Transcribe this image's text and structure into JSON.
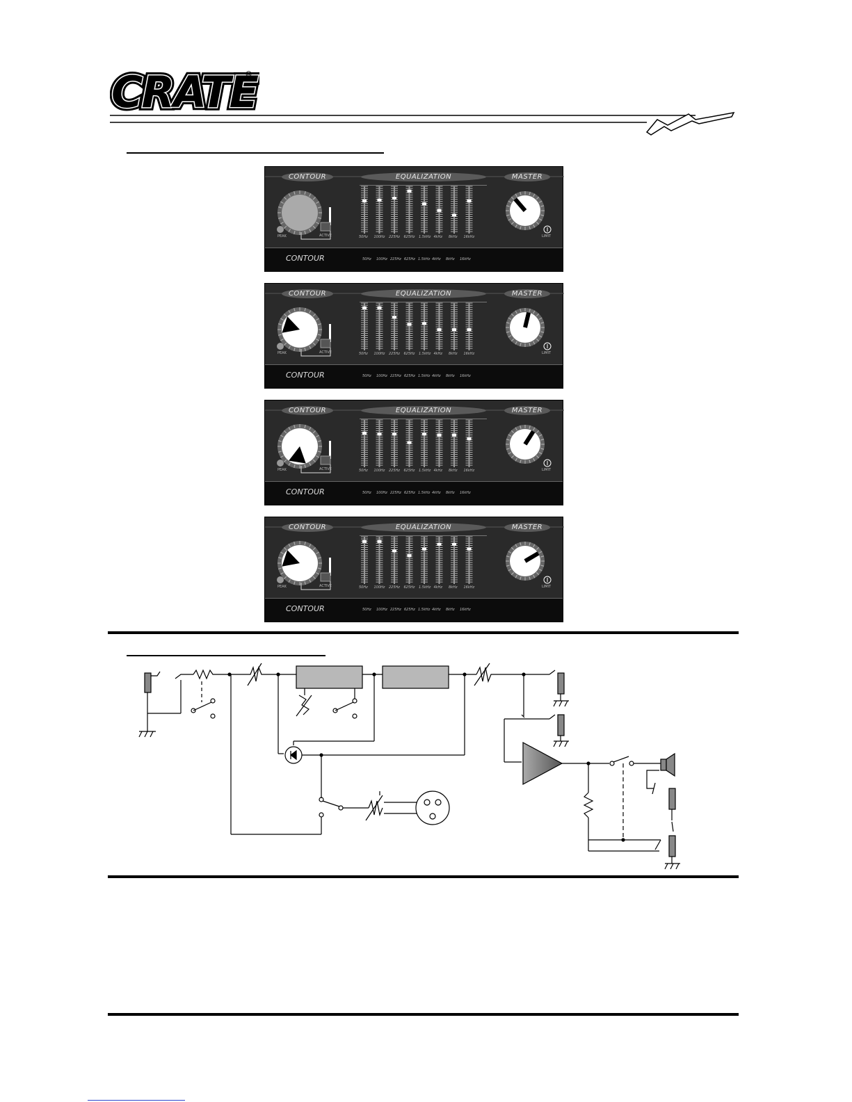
{
  "logo": {
    "text": "CRATE",
    "mark": "®"
  },
  "panel_labels": {
    "contour": "CONTOUR",
    "equalization": "EQUALIZATION",
    "master": "MASTER",
    "peak": "PEAK",
    "active": "ACTIVE",
    "limit": "LIMIT",
    "strip_title": "CONTOUR"
  },
  "eq_bands": [
    "50Hz",
    "100Hz",
    "225Hz",
    "625Hz",
    "1.5kHz",
    "4kHz",
    "8kHz",
    "16kHz"
  ],
  "panels": [
    {
      "contour_knob": "neutral",
      "contour_level": 0,
      "eq_levels": [
        0.69,
        0.71,
        0.75,
        0.9,
        0.63,
        0.49,
        0.39,
        0.69
      ],
      "master_level": 0.35
    },
    {
      "contour_knob": "pointer-left",
      "contour_level": 0.25,
      "eq_levels": [
        0.9,
        0.9,
        0.7,
        0.55,
        0.57,
        0.44,
        0.44,
        0.44
      ],
      "master_level": 0.55
    },
    {
      "contour_knob": "pointer-down",
      "contour_level": 0.5,
      "eq_levels": [
        0.72,
        0.7,
        0.7,
        0.52,
        0.7,
        0.68,
        0.68,
        0.6
      ],
      "master_level": 0.62
    },
    {
      "contour_knob": "pointer-left",
      "contour_level": 0.25,
      "eq_levels": [
        0.9,
        0.9,
        0.7,
        0.6,
        0.74,
        0.84,
        0.84,
        0.74
      ],
      "master_level": 0.72
    }
  ],
  "icons": [
    "crate-logo",
    "lightning-bolt-icon",
    "speaker-icon",
    "xlr-jack-icon",
    "amplifier-icon"
  ]
}
